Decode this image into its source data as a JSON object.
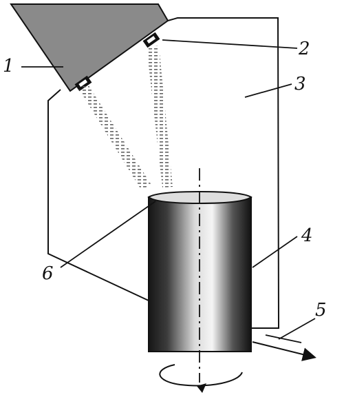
{
  "labels": {
    "item_1": "1",
    "item_2": "2",
    "item_3": "3",
    "item_4": "4",
    "item_5": "5",
    "item_6": "6"
  },
  "colors": {
    "line": "#111111",
    "housing_fill": "#ffffff",
    "plate_fill": "#8a8a8a",
    "sensor_fill": "#111111",
    "beam": "#666666",
    "cylinder_dark": "#111111",
    "cylinder_light": "#f4f4f4"
  }
}
